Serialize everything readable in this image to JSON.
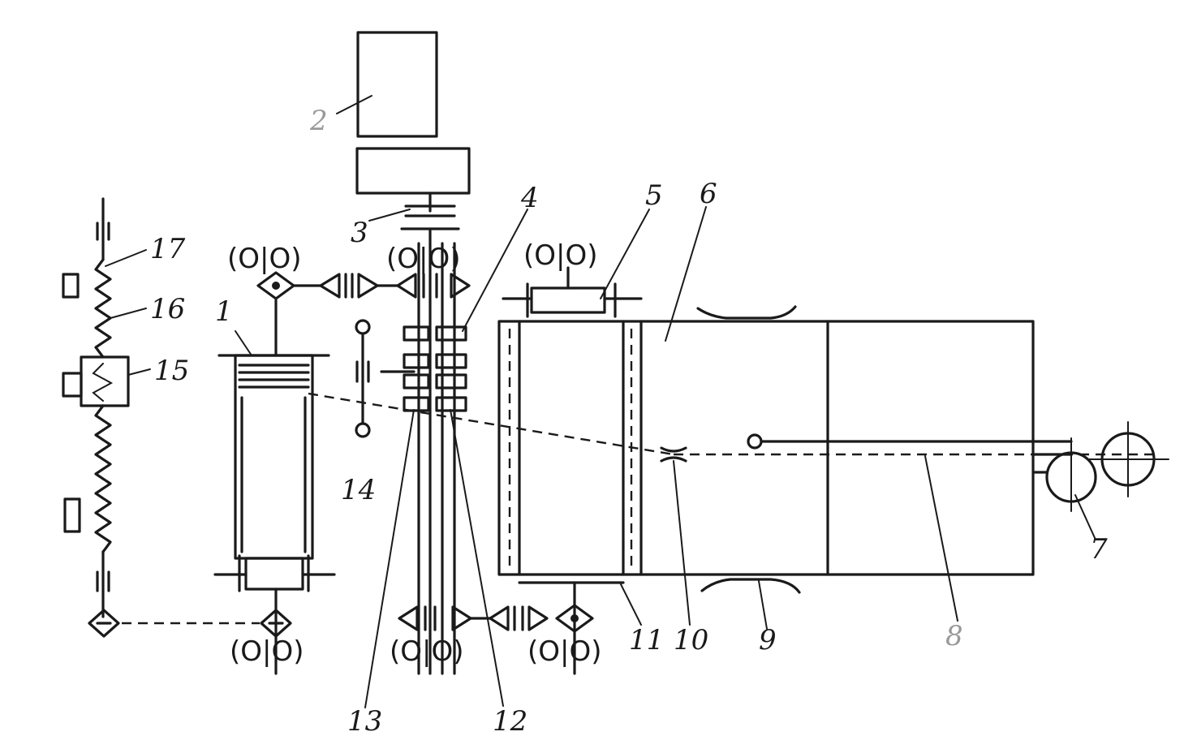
{
  "labels": {
    "l1": "1",
    "l2": "2",
    "l3": "3",
    "l4": "4",
    "l5": "5",
    "l6": "6",
    "l7": "7",
    "l8": "8",
    "l9": "9",
    "l10": "10",
    "l11": "11",
    "l12": "12",
    "l13": "13",
    "l14": "14",
    "l15": "15",
    "l16": "16",
    "l17": "17"
  },
  "bearing_symbol": "(O|O)",
  "colors": {
    "ink": "#1a1a1a",
    "faint_label": "#9a9a9a",
    "background": "#ffffff"
  }
}
